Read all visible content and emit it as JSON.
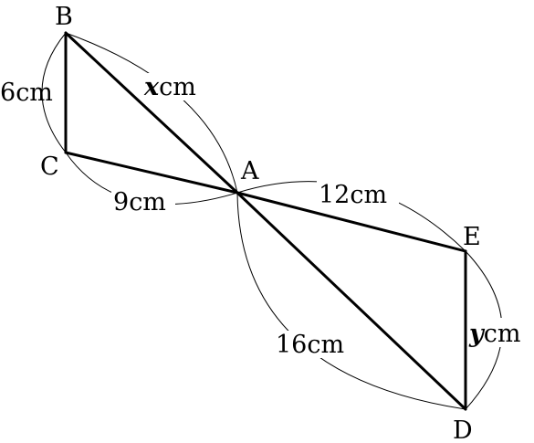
{
  "figure": {
    "vertices": {
      "A": "A",
      "B": "B",
      "C": "C",
      "D": "D",
      "E": "E"
    },
    "measures": {
      "bc": {
        "value": "6",
        "unit": "cm"
      },
      "ab": {
        "variable": "x",
        "unit": "cm"
      },
      "ac": {
        "value": "9",
        "unit": "cm"
      },
      "ae": {
        "value": "12",
        "unit": "cm"
      },
      "ad": {
        "value": "16",
        "unit": "cm"
      },
      "de": {
        "variable": "y",
        "unit": "cm"
      }
    }
  }
}
